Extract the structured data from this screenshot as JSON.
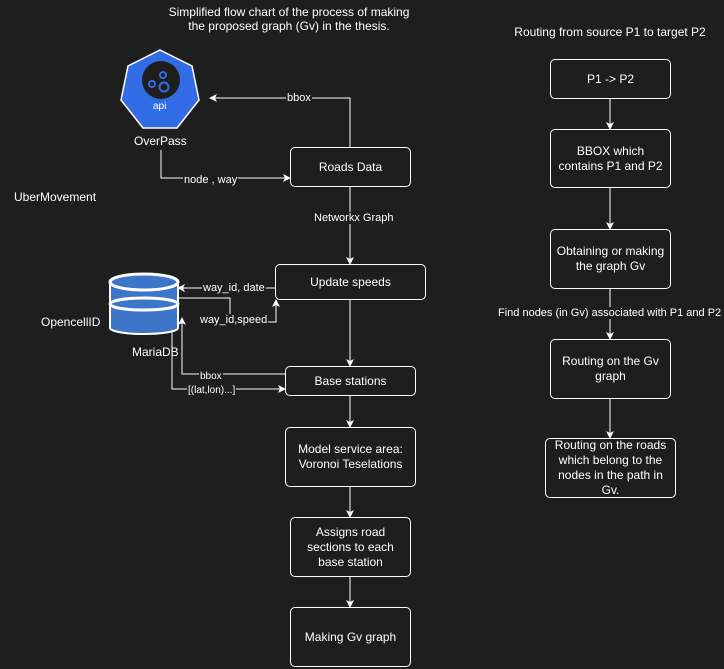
{
  "title_left": "Simplified flow chart of the process of making the proposed graph (Gv) in the thesis.",
  "title_right": "Routing from source P1 to target P2",
  "sources": {
    "overpass": "OverPass",
    "overpass_badge": "api",
    "ubermovement": "UberMovement",
    "opencellid": "OpencellID",
    "mariadb": "MariaDB"
  },
  "nodes": {
    "roads_data": "Roads Data",
    "update_speeds": "Update speeds",
    "base_stations": "Base stations",
    "model_service_area": "Model service area: Voronoi Teselations",
    "assigns_road_sections": "Assigns road sections to each base station",
    "making_gv": "Making Gv graph",
    "p1_p2": "P1 -> P2",
    "bbox_contains": "BBOX which contains P1 and P2",
    "obtaining_gv": "Obtaining or making the graph Gv",
    "routing_gv": "Routing on the Gv graph",
    "routing_roads": "Routing on the roads which belong to the nodes in the path in Gv."
  },
  "edges": {
    "bbox_top": "bbox",
    "node_way": "node , way",
    "networkx": "Networkx Graph",
    "way_id_date": "way_id, date",
    "way_id_speed": "way_id,speed",
    "bbox_bs": "bbox",
    "lat_lon": "[(lat,lon)...]",
    "find_nodes": "Find nodes (in Gv) associated with P1 and P2"
  },
  "colors": {
    "background": "#1e1e1e",
    "stroke": "#ffffff",
    "overpass_blue": "#326ce5",
    "mariadb_blue": "#3d76c9"
  }
}
